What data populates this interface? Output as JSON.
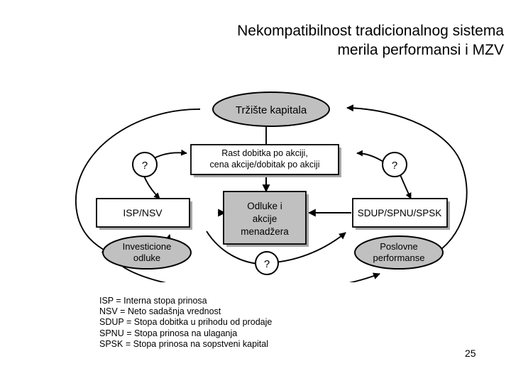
{
  "slide": {
    "title_lines": [
      "Nekompatibilnost tradicionalnog sistema",
      "merila performansi i MZV"
    ],
    "page_number": "25",
    "background_color": "#ffffff"
  },
  "diagram": {
    "type": "flow-cycle",
    "fill_colors": {
      "ellipse_fill": "#c0c0c0",
      "center_box_fill": "#c0c0c0",
      "box_fill": "#ffffff",
      "stroke": "#000000",
      "shadow": "#a6a6a6"
    },
    "nodes": [
      {
        "id": "trziste-kapitala",
        "shape": "ellipse",
        "fill": "#c0c0c0",
        "lines": [
          "Tržište kapitala"
        ]
      },
      {
        "id": "rast-dobitka",
        "shape": "rect",
        "fill": "#ffffff",
        "lines": [
          "Rast dobitka po akciji,",
          "cena akcije/dobitak po akciji"
        ]
      },
      {
        "id": "odluke-akcije-menadzera",
        "shape": "rect",
        "fill": "#c0c0c0",
        "lines": [
          "Odluke i",
          "akcije",
          "menadžera"
        ]
      },
      {
        "id": "isp-nsv",
        "shape": "rect",
        "fill": "#ffffff",
        "lines": [
          "ISP/NSV"
        ]
      },
      {
        "id": "sdup-spnu-spsk",
        "shape": "rect",
        "fill": "#ffffff",
        "lines": [
          "SDUP/SPNU/SPSK"
        ]
      },
      {
        "id": "investicione-odluke",
        "shape": "ellipse",
        "fill": "#c0c0c0",
        "lines": [
          "Investicione",
          "odluke"
        ]
      },
      {
        "id": "poslovne-performanse",
        "shape": "ellipse",
        "fill": "#c0c0c0",
        "lines": [
          "Poslovne",
          "performanse"
        ]
      }
    ],
    "question_marks": [
      {
        "id": "question-left",
        "label": "?"
      },
      {
        "id": "question-right",
        "label": "?"
      },
      {
        "id": "question-bottom",
        "label": "?"
      }
    ],
    "connections": [
      {
        "from": "isp-nsv",
        "to": "odluke-akcije-menadzera",
        "style": "arrow"
      },
      {
        "from": "sdup-spnu-spsk",
        "to": "odluke-akcije-menadzera",
        "style": "arrow"
      },
      {
        "from": "rast-dobitka",
        "to": "odluke-akcije-menadzera",
        "style": "arrow"
      },
      {
        "from": "trziste-kapitala",
        "to": "rast-dobitka",
        "style": "line"
      },
      {
        "from": "trziste-kapitala",
        "to": "investicione-odluke",
        "style": "curved-arrow"
      },
      {
        "from": "investicione-odluke",
        "to": "poslovne-performanse",
        "style": "curved-arrow"
      },
      {
        "from": "poslovne-performanse",
        "to": "trziste-kapitala",
        "style": "curved-arrow"
      },
      {
        "from": "investicione-odluke",
        "to": "isp-nsv",
        "style": "curved-arrow"
      },
      {
        "from": "question-bottom",
        "to": "sdup-spnu-spsk",
        "style": "curved-arrow"
      },
      {
        "from": "question-left",
        "to": "rast-dobitka",
        "style": "curved-arrow"
      },
      {
        "from": "question-left",
        "to": "isp-nsv",
        "style": "curved-arrow"
      },
      {
        "from": "question-right",
        "to": "rast-dobitka",
        "style": "curved-arrow"
      },
      {
        "from": "question-right",
        "to": "sdup-spnu-spsk",
        "style": "curved-arrow"
      }
    ]
  },
  "legend": {
    "lines": [
      "ISP = Interna stopa prinosa",
      "NSV = Neto sadašnja vrednost",
      "SDUP = Stopa dobitka u prihodu od prodaje",
      "SPNU = Stopa prinosa na ulaganja",
      "SPSK = Stopa prinosa na sopstveni kapital"
    ]
  }
}
